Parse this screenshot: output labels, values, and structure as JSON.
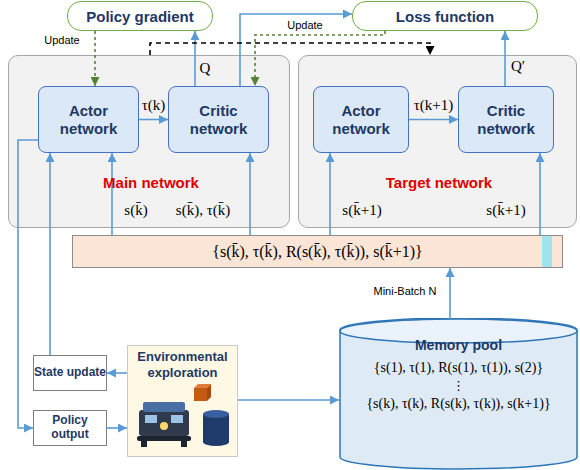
{
  "diagram": {
    "nodes": [
      {
        "text": [
          "Policy gradient"
        ]
      },
      {
        "text": [
          "Loss function"
        ]
      },
      {
        "text": [
          "Main network"
        ]
      },
      {
        "text": [
          "Actor network"
        ],
        "in": 2
      },
      {
        "text": [
          "Critic network"
        ],
        "in": 2
      },
      {
        "text": [
          "Target network"
        ]
      },
      {
        "text": [
          "Actor network"
        ],
        "in": 5
      },
      {
        "text": [
          "Critic network"
        ],
        "in": 5
      },
      {
        "text": [
          "{s(k̄), τ(k̄), R(s(k̄), τ(k̄)), s(k̄+1)}"
        ]
      },
      {
        "text": [
          "Memory pool",
          "{s(1), τ(1), R(s(1), τ(1)), s(2)}",
          "⋮",
          "{s(k), τ(k), R(s(k), τ(k)), s(k+1)}"
        ]
      },
      {
        "text": [
          "Environmental exploration"
        ]
      },
      {
        "text": [
          "State update"
        ]
      },
      {
        "text": [
          "Policy output"
        ]
      }
    ],
    "edges": [
      {
        "from": 4,
        "to": 0,
        "arrow": "to",
        "label": "Q"
      },
      {
        "from": 0,
        "to": 3,
        "arrow": "to",
        "label": "Update"
      },
      {
        "from": 4,
        "to": 1,
        "arrow": "to"
      },
      {
        "from": 1,
        "to": 4,
        "arrow": "to",
        "label": "Update"
      },
      {
        "from": 2,
        "to": 5,
        "arrow": "to"
      },
      {
        "from": 7,
        "to": 1,
        "arrow": "to",
        "label": "Q′"
      },
      {
        "from": 3,
        "to": 4,
        "arrow": "to",
        "label": "τ(k)"
      },
      {
        "from": 6,
        "to": 7,
        "arrow": "to",
        "label": "τ(k+1)"
      },
      {
        "from": 8,
        "to": 3,
        "arrow": "to",
        "label": "s(k̄)"
      },
      {
        "from": 8,
        "to": 4,
        "arrow": "to",
        "label": "s(k̄), τ(k̄)"
      },
      {
        "from": 8,
        "to": 6,
        "arrow": "to",
        "label": "s(k̄+1)"
      },
      {
        "from": 8,
        "to": 7,
        "arrow": "to",
        "label": "s(k̄+1)"
      },
      {
        "from": 9,
        "to": 8,
        "arrow": "to",
        "label": "Mini-Batch N"
      },
      {
        "from": 10,
        "to": 9,
        "arrow": "to"
      },
      {
        "from": 10,
        "to": 11,
        "arrow": "to"
      },
      {
        "from": 11,
        "to": 3,
        "arrow": "to"
      },
      {
        "from": 3,
        "to": 12,
        "arrow": "to"
      },
      {
        "from": 12,
        "to": 10,
        "arrow": "to"
      }
    ]
  }
}
